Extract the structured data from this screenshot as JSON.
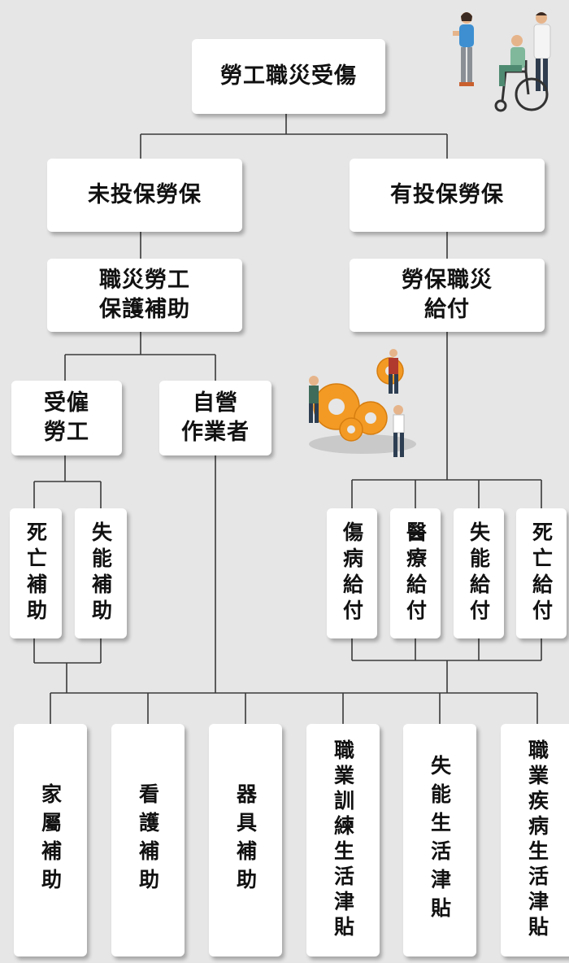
{
  "root": {
    "label": "勞工職災受傷"
  },
  "branches": {
    "uninsured": {
      "label": "未投保勞保"
    },
    "insured": {
      "label": "有投保勞保"
    }
  },
  "uninsured_scheme": {
    "label": "職災勞工\n保護補助"
  },
  "insured_scheme": {
    "label": "勞保職災\n給付"
  },
  "worker_types": {
    "employed": {
      "label": "受僱\n勞工"
    },
    "self_employed": {
      "label": "自營\n作業者"
    }
  },
  "employed_subsidies": [
    {
      "label": "死亡補助"
    },
    {
      "label": "失能補助"
    }
  ],
  "insurance_benefits": [
    {
      "label": "傷病給付"
    },
    {
      "label": "醫療給付"
    },
    {
      "label": "失能給付"
    },
    {
      "label": "死亡給付"
    }
  ],
  "common_benefits": [
    {
      "label": "家屬補助"
    },
    {
      "label": "看護補助"
    },
    {
      "label": "器具補助"
    },
    {
      "label": "職業訓練生活津貼"
    },
    {
      "label": "失能生活津貼"
    },
    {
      "label": "職業疾病生活津貼"
    }
  ]
}
